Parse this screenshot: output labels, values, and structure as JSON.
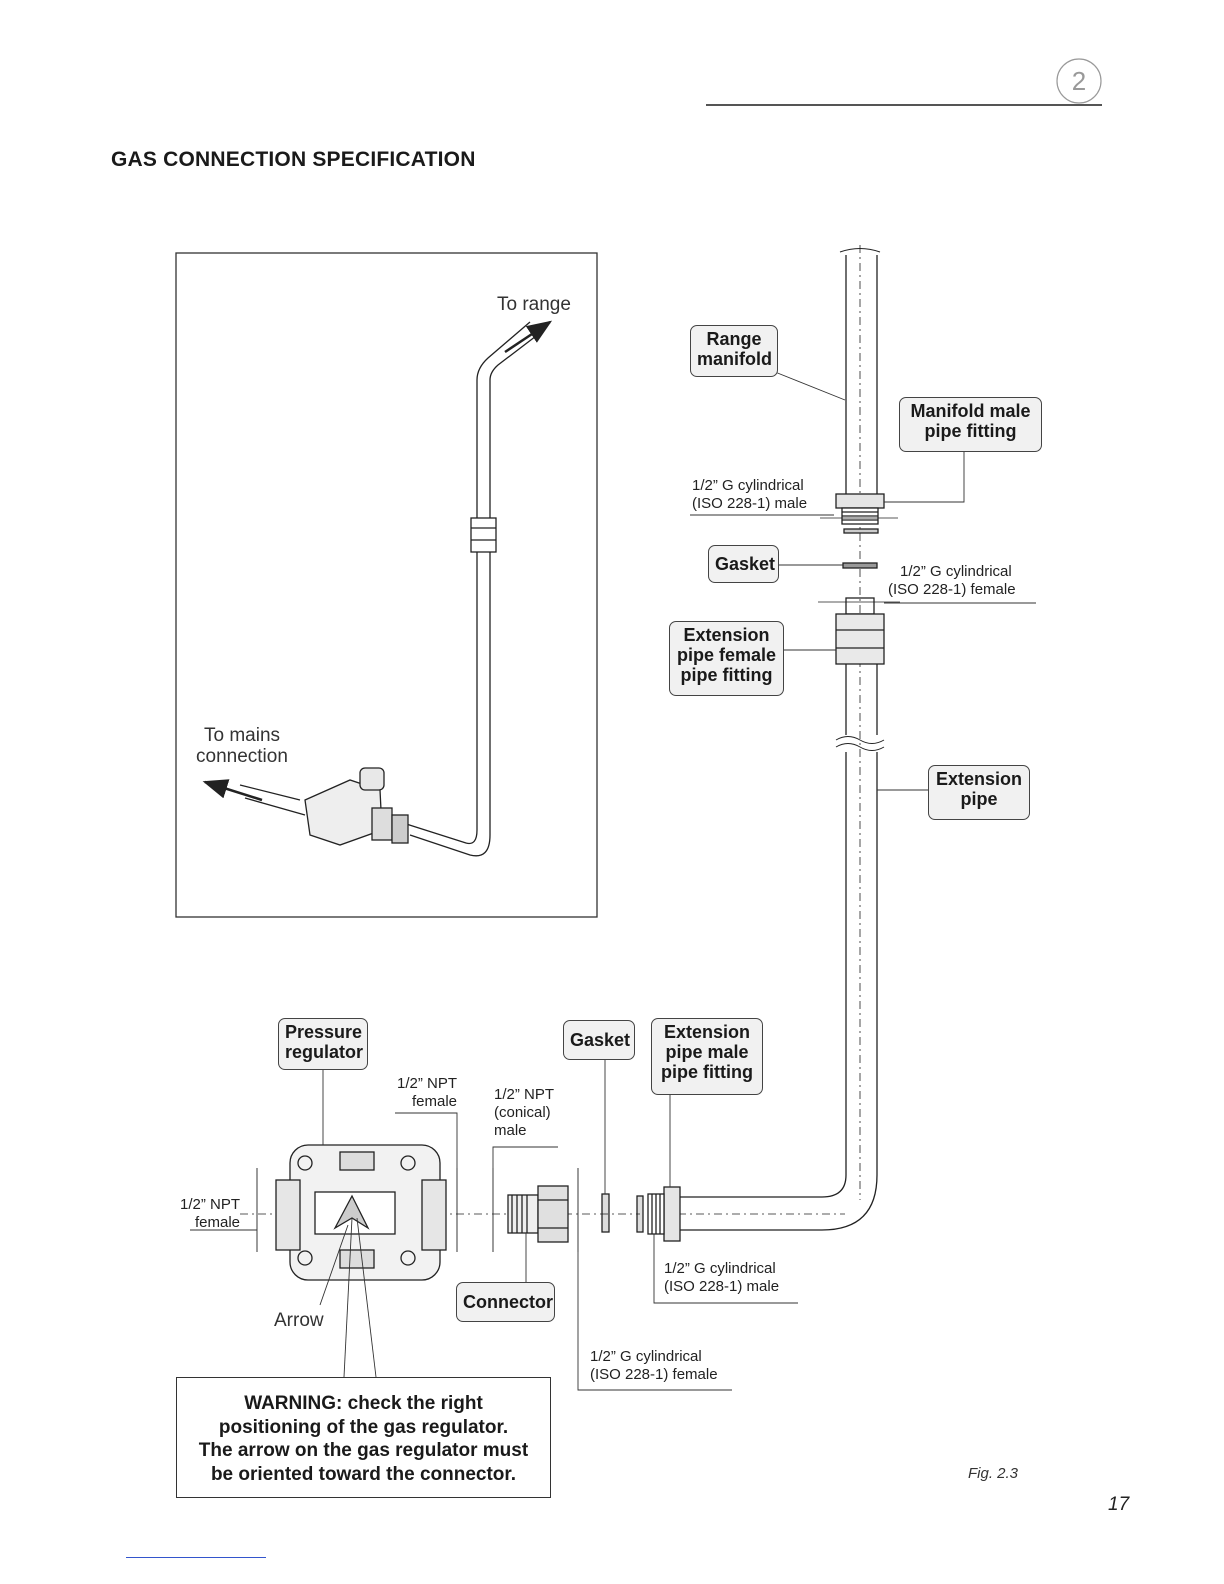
{
  "page": {
    "chapter_number": "2",
    "title": "GAS CONNECTION SPECIFICATION",
    "figure": "Fig. 2.3",
    "page_number": "17"
  },
  "inset": {
    "to_range": "To range",
    "to_mains_line1": "To mains",
    "to_mains_line2": "connection"
  },
  "labels": {
    "range_manifold": [
      "Range",
      "manifold"
    ],
    "manifold_male_fitting": [
      "Manifold male",
      "pipe fitting"
    ],
    "gasket_top": "Gasket",
    "extension_female_fitting": [
      "Extension",
      "pipe female",
      "pipe fitting"
    ],
    "extension_pipe": [
      "Extension",
      "pipe"
    ],
    "pressure_regulator": [
      "Pressure",
      "regulator"
    ],
    "gasket_bottom": "Gasket",
    "extension_male_fitting": [
      "Extension",
      "pipe male",
      "pipe fitting"
    ],
    "connector": "Connector",
    "arrow": "Arrow"
  },
  "specs": {
    "manifold_thread": [
      "1/2” G cylindrical",
      "(ISO 228-1) male"
    ],
    "female_thread_top": [
      "1/2” G cylindrical",
      "(ISO 228-1) female"
    ],
    "npt_female_right": [
      "1/2” NPT",
      "female"
    ],
    "npt_conical_male": [
      "1/2” NPT",
      "(conical)",
      "male"
    ],
    "npt_female_left": [
      "1/2” NPT",
      "female"
    ],
    "male_thread_bottom": [
      "1/2” G cylindrical",
      "(ISO 228-1) male"
    ],
    "female_thread_bottom": [
      "1/2” G cylindrical",
      "(ISO 228-1) female"
    ]
  },
  "warning": [
    "WARNING: check the right",
    "positioning of the gas regulator.",
    "The arrow on the gas regulator must",
    "be oriented toward the connector."
  ]
}
